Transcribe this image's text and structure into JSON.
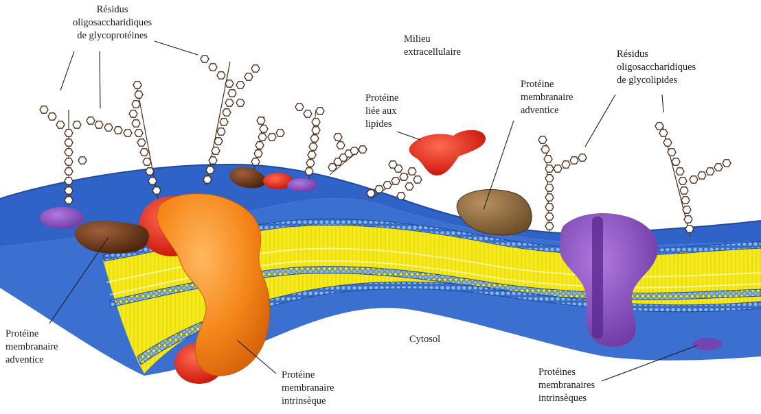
{
  "labels": {
    "glycoprotein_residues": [
      "Résidus",
      "oligosaccharidiques",
      "de glycoprotéines"
    ],
    "extracellular_medium": [
      "Milieu",
      "extracellulaire"
    ],
    "lipid_linked_protein": [
      "Protéine",
      "liée aux",
      "lipides"
    ],
    "peripheral_protein_top": [
      "Protéine",
      "membranaire",
      "adventice"
    ],
    "glycolipid_residues": [
      "Résidus",
      "oligosaccharidiques",
      "de glycolipides"
    ],
    "peripheral_protein_left": [
      "Protéine",
      "membranaire",
      "adventice"
    ],
    "cytosol": "Cytosol",
    "integral_protein": [
      "Protéine",
      "membranaire",
      "intrinsèque"
    ],
    "integral_proteins": [
      "Protéines",
      "membranaires",
      "intrinsèques"
    ]
  },
  "colors": {
    "membrane_blue": "#2f63c8",
    "lipid_core_yellow": "#f4ea1c",
    "head_group_blue": "#6aa6e6",
    "integral_protein_orange": "#f58a1e",
    "lipid_anchored_red": "#e8201a",
    "peripheral_brown": "#6b3a1c",
    "channel_purple": "#8a4cc0",
    "sugar_chain": "#4a2a14"
  }
}
